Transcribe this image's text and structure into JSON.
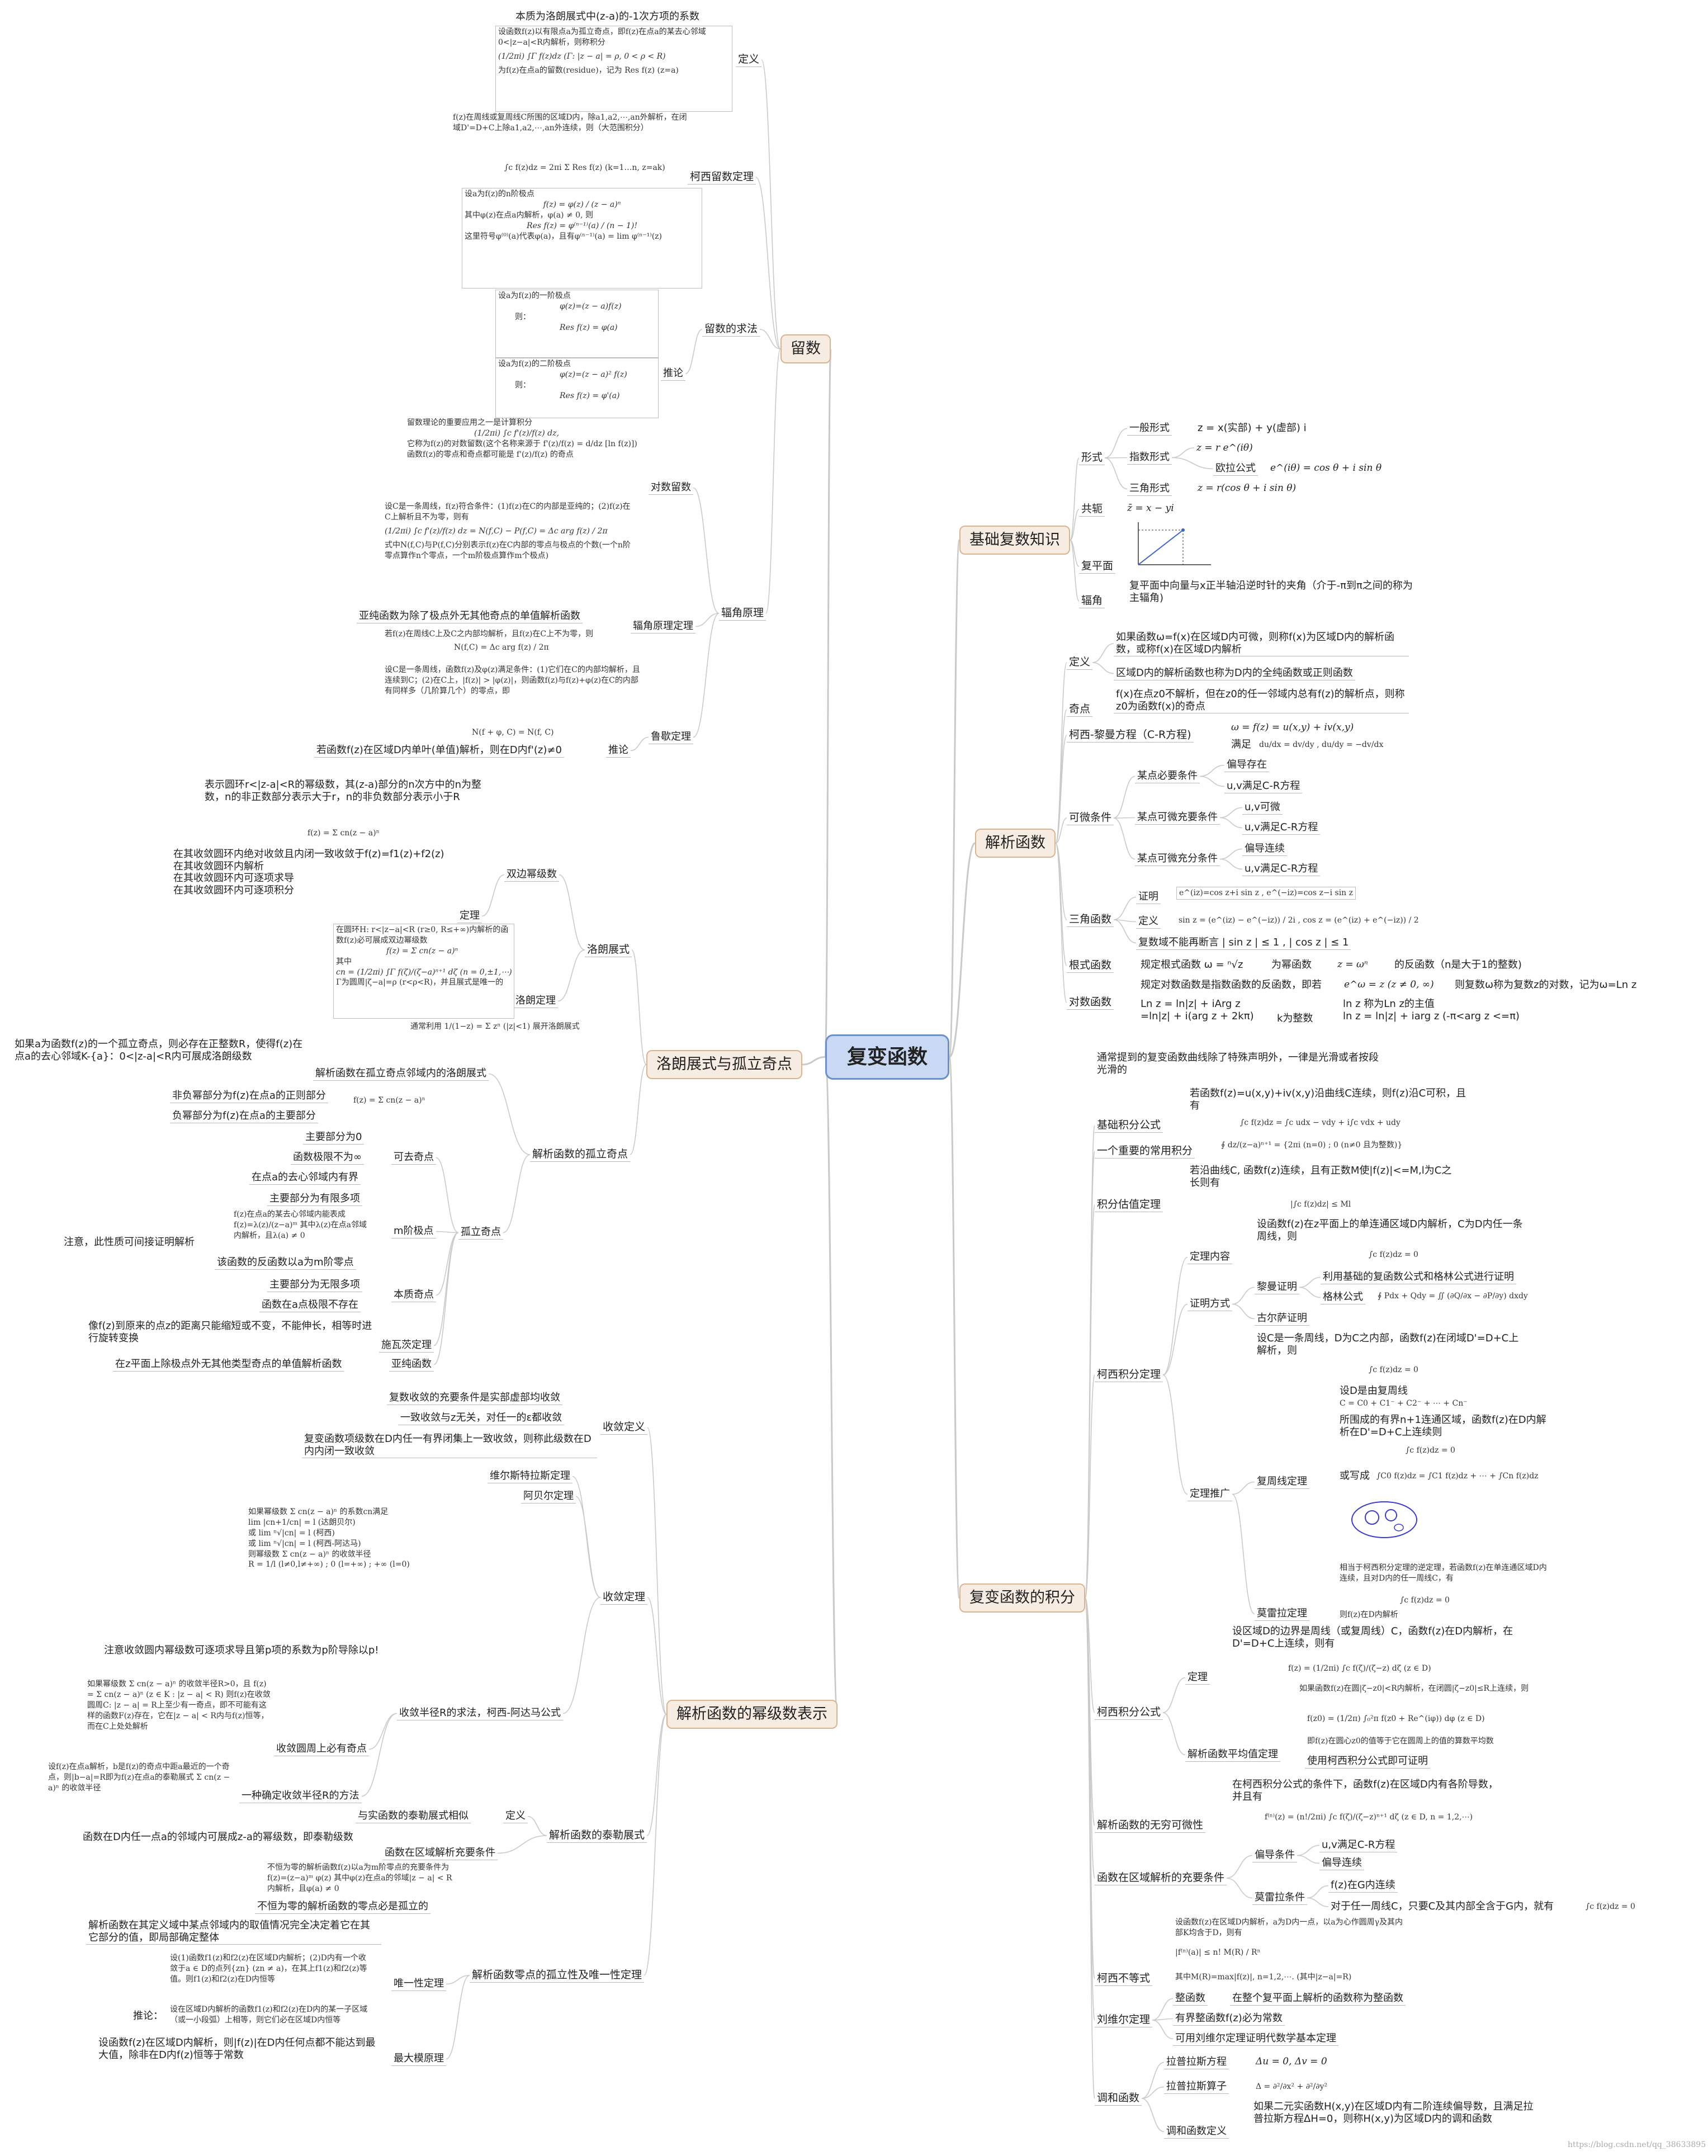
{
  "root": {
    "title": "复变函数"
  },
  "branches": {
    "basic": {
      "label": "基础复数知识",
      "forms": {
        "label": "形式",
        "general": "一般形式",
        "general_text": "z = x(实部) + y(虚部) i",
        "exp": "指数形式",
        "exp_formula": "z = r e^(iθ)",
        "euler": "欧拉公式",
        "euler_formula": "e^(iθ) = cos θ + i sin θ",
        "trig": "三角形式",
        "trig_formula": "z = r(cos θ + i sin θ)"
      },
      "conj": {
        "label": "共轭",
        "formula": "z̄ = x − yi"
      },
      "plane": {
        "label": "复平面"
      },
      "arg": {
        "label": "辐角",
        "text": "复平面中向量与x正半轴沿逆时针的夹角（介于-π到π之间的称为主辐角)"
      }
    },
    "analytic": {
      "label": "解析函数",
      "def": {
        "label": "定义",
        "t1": "如果函数ω=f(x)在区域D内可微，则称f(x)为区域D内的解析函数，或称f(x)在区域D内解析",
        "t2": "区域D内的解析函数也称为D内的全纯函数或正则函数"
      },
      "singular": {
        "label": "奇点",
        "text": "f(x)在点z0不解析，但在z0的任一邻域内总有f(z)的解析点，则称z0为函数f(x)的奇点"
      },
      "cr": {
        "label": "柯西-黎曼方程（C-R方程)",
        "f1": "ω = f(z) = u(x,y) + iv(x,y)",
        "satisfy": "满足",
        "f2": "du/dx = dv/dy , du/dy = −dv/dx"
      },
      "diff": {
        "label": "可微条件",
        "nec": "某点必要条件",
        "nec_a": "偏导存在",
        "nec_b": "u,v满足C-R方程",
        "suf_nec": "某点可微充要条件",
        "sn_a": "u,v可微",
        "sn_b": "u,v满足C-R方程",
        "suf": "某点可微充分条件",
        "s_a": "偏导连续",
        "s_b": "u,v满足C-R方程"
      },
      "trig": {
        "label": "三角函数",
        "proof": "证明",
        "proof_f": "e^(iz)=cos z+i sin z , e^(−iz)=cos z−i sin z",
        "def": "定义",
        "def_f": "sin z = (e^(iz) − e^(−iz)) / 2i , cos z = (e^(iz) + e^(−iz)) / 2",
        "note": "复数域不能再断言 | sin z | ≤ 1 , | cos z | ≤ 1"
      },
      "root_fn": {
        "label": "根式函数",
        "t1": "规定根式函数 ω = ⁿ√z",
        "t2": "为幂函数",
        "t3": "z = ωⁿ",
        "t4": "的反函数（n是大于1的整数)"
      },
      "log": {
        "label": "对数函数",
        "t1": "规定对数函数是指数函数的反函数，即若",
        "t1f": "e^ω = z (z ≠ 0, ∞)",
        "t2": "则复数ω称为复数z的对数，记为ω=Ln z",
        "t3": "Ln z = ln|z| + iArg z\n=ln|z| + i(arg z + 2kπ)",
        "t4": "k为整数",
        "t5": "ln z 称为Ln z的主值\nln z = ln|z| + iarg z (-π<arg z <=π)"
      }
    },
    "integral": {
      "label": "复变函数的积分",
      "note": "通常提到的复变函数曲线除了特殊声明外，一律是光滑或者按段光滑的",
      "basic": {
        "label": "基础积分公式",
        "t1": "若函数f(z)=u(x,y)+iv(x,y)沿曲线C连续，则f(z)沿C可积，且有",
        "f1": "∫c f(z)dz = ∫c udx − vdy + i∫c vdx + udy"
      },
      "common": {
        "label": "一个重要的常用积分",
        "f": "∮ dz/(z−a)ⁿ⁺¹ = {2πi (n=0) ; 0 (n≠0 且为整数)}"
      },
      "estimate": {
        "label": "积分估值定理",
        "t": "若沿曲线C, 函数f(z)连续，且有正数M使|f(z)|<=M,l为C之长则有",
        "f": "|∫c f(z)dz| ≤ Ml"
      },
      "cauchy": {
        "label": "柯西积分定理",
        "content": {
          "label": "定理内容",
          "t": "设函数f(z)在z平面上的单连通区域D内解析，C为D内任一条周线，则",
          "f": "∫c f(z)dz = 0"
        },
        "method": {
          "label": "证明方式",
          "riemann": "黎曼证明",
          "riemann_t": "利用基础的复函数公式和格林公式进行证明",
          "green": "格林公式",
          "green_f": "∮ Pdx + Qdy = ∬ (∂Q/∂x − ∂P/∂y) dxdy",
          "goursat": "古尔萨证明"
        },
        "ext": {
          "label": "定理推广",
          "t": "设C是一条周线，D为C之内部，函数f(z)在闭域D'=D+C上解析，则",
          "f": "∫c f(z)dz = 0",
          "multi": "复周线定理",
          "m1": "设D是由复周线",
          "m1f": "C = C0 + C1⁻ + C2⁻ + ⋯ + Cn⁻",
          "m2": "所围成的有界n+1连通区域，函数f(z)在D内解析在D'=D+C上连续则",
          "m2f": "∫c f(z)dz = 0",
          "m3": "或写成",
          "m3f": "∫C0 f(z)dz = ∫C1 f(z)dz + ⋯ + ∫Cn f(z)dz",
          "morera": "莫雷拉定理",
          "mo_t": "相当于柯西积分定理的逆定理，若函数f(z)在单连通区域D内连续，且对D内的任一周线C，有",
          "mo_f": "∫c f(z)dz = 0",
          "mo_t2": "则f(z)在D内解析"
        }
      },
      "formula": {
        "label": "柯西积分公式",
        "def": "定理",
        "t": "设区域D的边界是周线（或复周线）C，函数f(z)在D内解析，在D'=D+C上连续，则有",
        "f": "f(z) = (1/2πi) ∫c f(ζ)/(ζ−z) dζ  (z ∈ D)",
        "mean": "解析函数平均值定理",
        "mean_t": "如果函数f(z)在圆|ζ−z0|<R内解析，在闭圆|ζ−z0|≤R上连续，则",
        "mean_f": "f(z0) = (1/2π) ∫₀²π f(z0 + Re^(iφ)) dφ   (z ∈ D)",
        "mean_t2": "即f(z)在圆心z0的值等于它在圆周上的值的算数平均数",
        "use": "使用柯西积分公式即可证明"
      },
      "infinite": {
        "label": "解析函数的无穷可微性",
        "t": "在柯西积分公式的条件下，函数f(z)在区域D内有各阶导数，并且有",
        "f": "f⁽ⁿ⁾(z) = (n!/2πi) ∫c f(ζ)/(ζ−z)ⁿ⁺¹ dζ  (z ∈ D, n = 1,2,⋯)"
      },
      "nec_suf": {
        "label": "函数在区域解析的充要条件",
        "pd": "偏导条件",
        "pd_a": "u,v满足C-R方程",
        "pd_b": "偏导连续",
        "mo": "莫雷拉条件",
        "mo_a": "f(z)在G内连续",
        "mo_b": "对于任一周线C，只要C及其内部全含于G内，就有",
        "mo_bf": "∫c f(z)dz = 0"
      },
      "ineq": {
        "label": "柯西不等式",
        "t": "设函数f(z)在区域D内解析，a为D内一点，以a为心作圆周γ及其内部K均含于D，则有",
        "f": "|f⁽ⁿ⁾(a)| ≤ n! M(R) / Rⁿ",
        "t2": "其中M(R)=max|f(z)|, n=1,2,⋯. (其中|z−a|=R)"
      },
      "liouville": {
        "label": "刘维尔定理",
        "entire": "整函数",
        "entire_t": "在整个复平面上解析的函数称为整函数",
        "t1": "有界整函数f(z)必为常数",
        "t2": "可用刘维尔定理证明代数学基本定理"
      },
      "harmonic": {
        "label": "调和函数",
        "eq": "拉普拉斯方程",
        "eq_f": "Δu = 0, Δv = 0",
        "op": "拉普拉斯算子",
        "op_f": "Δ = ∂²/∂x² + ∂²/∂y²",
        "def": "调和函数定义",
        "def_t": "如果二元实函数H(x,y)在区域D内有二阶连续偏导数，且满足拉普拉斯方程ΔH=0，则称H(x,y)为区域D内的调和函数"
      }
    },
    "residue": {
      "label": "留数",
      "def": {
        "label": "定义",
        "title": "本质为洛朗展式中(z-a)的-1次方项的系数",
        "t": "设函数f(z)以有限点a为孤立奇点，即f(z)在点a的某去心邻域0<|z−a|<R内解析，则称积分",
        "f": "(1/2πi) ∫Γ f(z)dz  (Γ: |z − a| = ρ, 0 < ρ < R)",
        "t2": "为f(z)在点a的留数(residue)，记为 Res f(z) (z=a)"
      },
      "cauchy": {
        "label": "柯西留数定理",
        "t": "f(z)在周线或复周线C所围的区域D内，除a1,a2,⋯,an外解析，在闭域D'=D+C上除a1,a2,⋯,an外连续，则（大范围积分）",
        "f": "∫c f(z)dz = 2πi Σ Res f(z)  (k=1…n, z=ak)"
      },
      "calc": {
        "label": "留数的求法",
        "t": "设a为f(z)的n阶极点",
        "f1": "f(z) = φ(z) / (z − a)ⁿ",
        "t2": "其中φ(z)在点a内解析，φ(a) ≠ 0, 则",
        "f2": "Res f(z) = φ⁽ⁿ⁻¹⁾(a) / (n − 1)!",
        "t3": "这里符号φ⁽⁰⁾(a)代表φ(a)，且有φ⁽ⁿ⁻¹⁾(a) = lim φ⁽ⁿ⁻¹⁾(z)",
        "cor": "推论",
        "c1": "设a为f(z)的一阶极点",
        "c1f": "φ(z)=(z − a)f(z)",
        "c1z": "则：",
        "c1g": "Res f(z) = φ(a)",
        "c2": "设a为f(z)的二阶极点",
        "c2f": "φ(z)=(z − a)² f(z)",
        "c2z": "则：",
        "c2g": "Res f(z) = φ'(a)"
      },
      "arg": {
        "label": "辐角原理",
        "log": {
          "label": "对数留数",
          "t": "留数理论的重要应用之一是计算积分",
          "f": "(1/2πi) ∫c f'(z)/f(z) dz,",
          "t2": "它称为f(z)的对数留数(这个名称来源于 f'(z)/f(z) = d/dz [ln f(z)])",
          "t3": "函数f(z)的零点和奇点都可能是 f'(z)/f(z) 的奇点"
        },
        "principle": {
          "label": "辐角原理定理",
          "t": "设C是一条周线，f(z)符合条件：(1)f(z)在C的内部是亚纯的；(2)f(z)在C上解析且不为零，则有",
          "f": "(1/2πi) ∫c f'(z)/f(z) dz = N(f,C) − P(f,C) = Δc arg f(z) / 2π",
          "t2": "式中N(f,C)与P(f,C)分别表示f(z)在C内部的零点与极点的个数(一个n阶零点算作n个零点，一个m阶极点算作m个极点)",
          "mero": "亚纯函数为除了极点外无其他奇点的单值解析函数",
          "t3": "若f(z)在周线C上及C之内部均解析，且f(z)在C上不为零，则",
          "f2": "N(f,C) = Δc arg f(z) / 2π"
        },
        "rouche": {
          "label": "鲁歇定理",
          "t": "设C是一条周线，函数f(z)及φ(z)满足条件：(1)它们在C的内部均解析，且连续到C；(2)在C上，|f(z)| > |φ(z)|，则函数f(z)与f(z)+φ(z)在C的内部有同样多（几阶算几个）的零点，即",
          "f": "N(f + φ, C) = N(f, C)",
          "cor": "推论",
          "cor_t": "若函数f(z)在区域D内单叶(单值)解析，则在D内f'(z)≠0"
        }
      }
    },
    "laurent": {
      "label": "洛朗展式与孤立奇点",
      "expand": {
        "label": "洛朗展式",
        "intro": "表示圆环r<|z-a|<R的幂级数，其(z-a)部分的n次方中的n为整数，n的非正数部分表示大于r，n的非负数部分表示小于R",
        "f": "f(z) = Σ cn(z − a)ⁿ",
        "bilateral": "双边幂级数",
        "thm": "定理",
        "thm_t": "在其收敛圆环内绝对收敛且内闭一致收敛于f(z)=f1(z)+f2(z)\n在其收敛圆环内解析\n在其收敛圆环内可逐项求导\n在其收敛圆环内可逐项积分",
        "laurent_thm": "洛朗定理",
        "lt": "在圆环H: r<|z−a|<R (r≥0, R≤+∞)内解析的函数f(z)必可展成双边幂级数",
        "lf": "f(z) = Σ cn(z − a)ⁿ",
        "lt2": "其中",
        "lf2": "cn = (1/2πi) ∫Γ f(ζ)/(ζ−a)ⁿ⁺¹ dζ  (n = 0,±1,⋯)",
        "lt3": "Γ为圆周|ζ−a|=ρ (r<ρ<R)，并且展式是唯一的",
        "lt4": "通常利用 1/(1−z) = Σ zⁿ (|z|<1) 展开洛朗展式"
      },
      "isolated": {
        "label": "解析函数的孤立奇点",
        "near": "解析函数在孤立奇点邻域内的洛朗展式",
        "near_t": "如果a为函数f(z)的一个孤立奇点，则必存在正整数R，使得f(z)在点a的去心邻域K-{a}：0<|z-a|<R内可展成洛朗级数",
        "nf": "f(z) = Σ cn(z − a)ⁿ",
        "reg": "非负幂部分为f(z)在点a的正则部分",
        "main": "负幂部分为f(z)在点a的主要部分",
        "iso": "孤立奇点",
        "removable": "可去奇点",
        "r1": "主要部分为0",
        "r2": "函数极限不为∞",
        "r3": "在点a的去心邻域内有界",
        "pole": "m阶极点",
        "p1": "主要部分为有限多项",
        "p2": "f(z)在点a的某去心邻域内能表成 f(z)=λ(z)/(z−a)ᵐ 其中λ(z)在点a邻域内解析，且λ(a) ≠ 0",
        "p3": "注意，此性质可间接证明解析",
        "p4": "该函数的反函数以a为m阶零点",
        "essential": "本质奇点",
        "e1": "主要部分为无限多项",
        "e2": "函数在a点极限不存在",
        "picard": "施瓦茨定理",
        "pic_t": "像f(z)到原来的点z的距离只能缩短或不变，不能伸长，相等时进行旋转变换",
        "meromorphic": "亚纯函数",
        "mero_t": "在z平面上除极点外无其他类型奇点的单值解析函数"
      }
    },
    "series": {
      "label": "解析函数的幂级数表示",
      "conv": {
        "label": "收敛定义",
        "t1": "复数收敛的充要条件是实部虚部均收敛",
        "t2": "一致收敛与z无关，对任一的ε都收敛",
        "t3": "复变函数项级数在D内任一有界闭集上一致收敛，则称此级数在D内内闭一致收敛"
      },
      "theorem": {
        "label": "收敛定理",
        "weier": "维尔斯特拉斯定理",
        "abel": "阿贝尔定理",
        "abel_t": "如果幂级数 Σ cn(z − a)ⁿ 的系数cn满足\nlim |cn+1/cn| = l (达朗贝尔)\n或 lim ⁿ√|cn| = l (柯西)\n或 lim ⁿ√|cn| = l (柯西-阿达马)\n则幂级数 Σ cn(z − a)ⁿ 的收敛半径\nR = 1/l (l≠0,l≠+∞) ; 0 (l=+∞) ; +∞ (l=0)",
        "radius": "收敛半径R的求法，柯西-阿达马公式",
        "note": "注意收敛圆内幂级数可逐项求导且第p项的系数为p阶导除以p!",
        "circle": "收敛圆周上必有奇点",
        "circle_t": "如果幂级数 Σ cn(z − a)ⁿ 的收敛半径R>0，且 f(z) = Σ cn(z − a)ⁿ (z ∈ K : |z − a| < R) 则f(z)在收敛圆周C: |z − a| = R上至少有一奇点，即不可能有这样的函数F(z)存在，它在|z − a| < R内与f(z)恒等，而在C上处处解析",
        "unique": "一种确定收敛半径R的方法",
        "unique_t": "设f(z)在点a解析，b是f(z)的奇点中距a最近的一个奇点，则|b−a|=R即为f(z)在点a的泰勒展式 Σ cn(z − a)ⁿ 的收敛半径"
      },
      "taylor": {
        "label": "解析函数的泰勒展式",
        "def": "定义",
        "def_t": "与实函数的泰勒展式相似",
        "cond": "函数在区域解析充要条件",
        "cond_t": "函数在D内任一点a的邻域内可展成z-a的幂级数，即泰勒级数"
      },
      "zeros": {
        "label": "解析函数零点的孤立性及唯一性定理",
        "t0": "不恒为零的解析函数f(z)以a为m阶零点的充要条件为 f(z)=(z−a)ᵐ φ(z) 其中φ(z)在点a的邻域|z − a| < R内解析，且φ(a) ≠ 0",
        "isolated": "不恒为零的解析函数的零点必是孤立的",
        "uniq": "唯一性定理",
        "u1": "解析函数在其定义域中某点邻域内的取值情况完全决定着它在其它部分的值，即局部确定整体",
        "cor": "推论：",
        "c1": "设(1)函数f1(z)和f2(z)在区域D内解析；(2)D内有一个收敛于a ∈ D的点列{zn} (zn ≠ a)，在其上f1(z)和f2(z)等值。则f1(z)和f2(z)在D内恒等",
        "c2": "设在区域D内解析的函数f1(z)和f2(z)在D内的某一子区域（或一小段弧）上相等，则它们必在区域D内恒等",
        "maxmod": "最大模原理",
        "maxmod_t": "设函数f(z)在区域D内解析，则|f(z)|在D内任何点都不能达到最大值，除非在D内f(z)恒等于常数"
      }
    }
  },
  "colors": {
    "root_fill": "#c9d9f3",
    "main_fill": "#f7ece1",
    "link": "#c9c9c9"
  },
  "watermark": "https://blog.csdn.net/qq_38633895"
}
